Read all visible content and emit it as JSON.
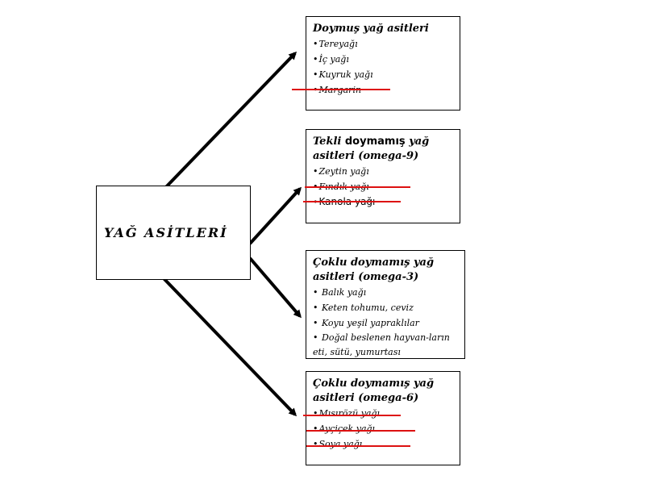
{
  "main": {
    "title": "YAĞ ASİTLERİ"
  },
  "categories": [
    {
      "title": "Doymuş yağ asitleri",
      "items": [
        "Tereyağı",
        "İç yağı",
        "Kuyruk yağı",
        "Margarin"
      ]
    },
    {
      "title_prefix": "Tekli",
      "title_plain": "doymamış",
      "title_suffix": "yağ asitleri (omega-9)",
      "items": [
        "Zeytin yağı",
        "Fındık yağı",
        "Kanola yağı"
      ]
    },
    {
      "title": "Çoklu doymamış yağ asitleri (omega-3)",
      "items": [
        "Balık yağı",
        "Keten tohumu, ceviz",
        "Koyu yeşil yapraklılar",
        "Doğal beslenen hayvan-ların eti, sütü, yumurtası"
      ]
    },
    {
      "title": "Çoklu doymamış yağ asitleri (omega-6)",
      "items": [
        "Mısırözü yağı",
        "Ayçiçek yağı",
        "Soya yağı"
      ]
    }
  ],
  "colors": {
    "arrow": "#000000",
    "strike": "#dd1111"
  }
}
